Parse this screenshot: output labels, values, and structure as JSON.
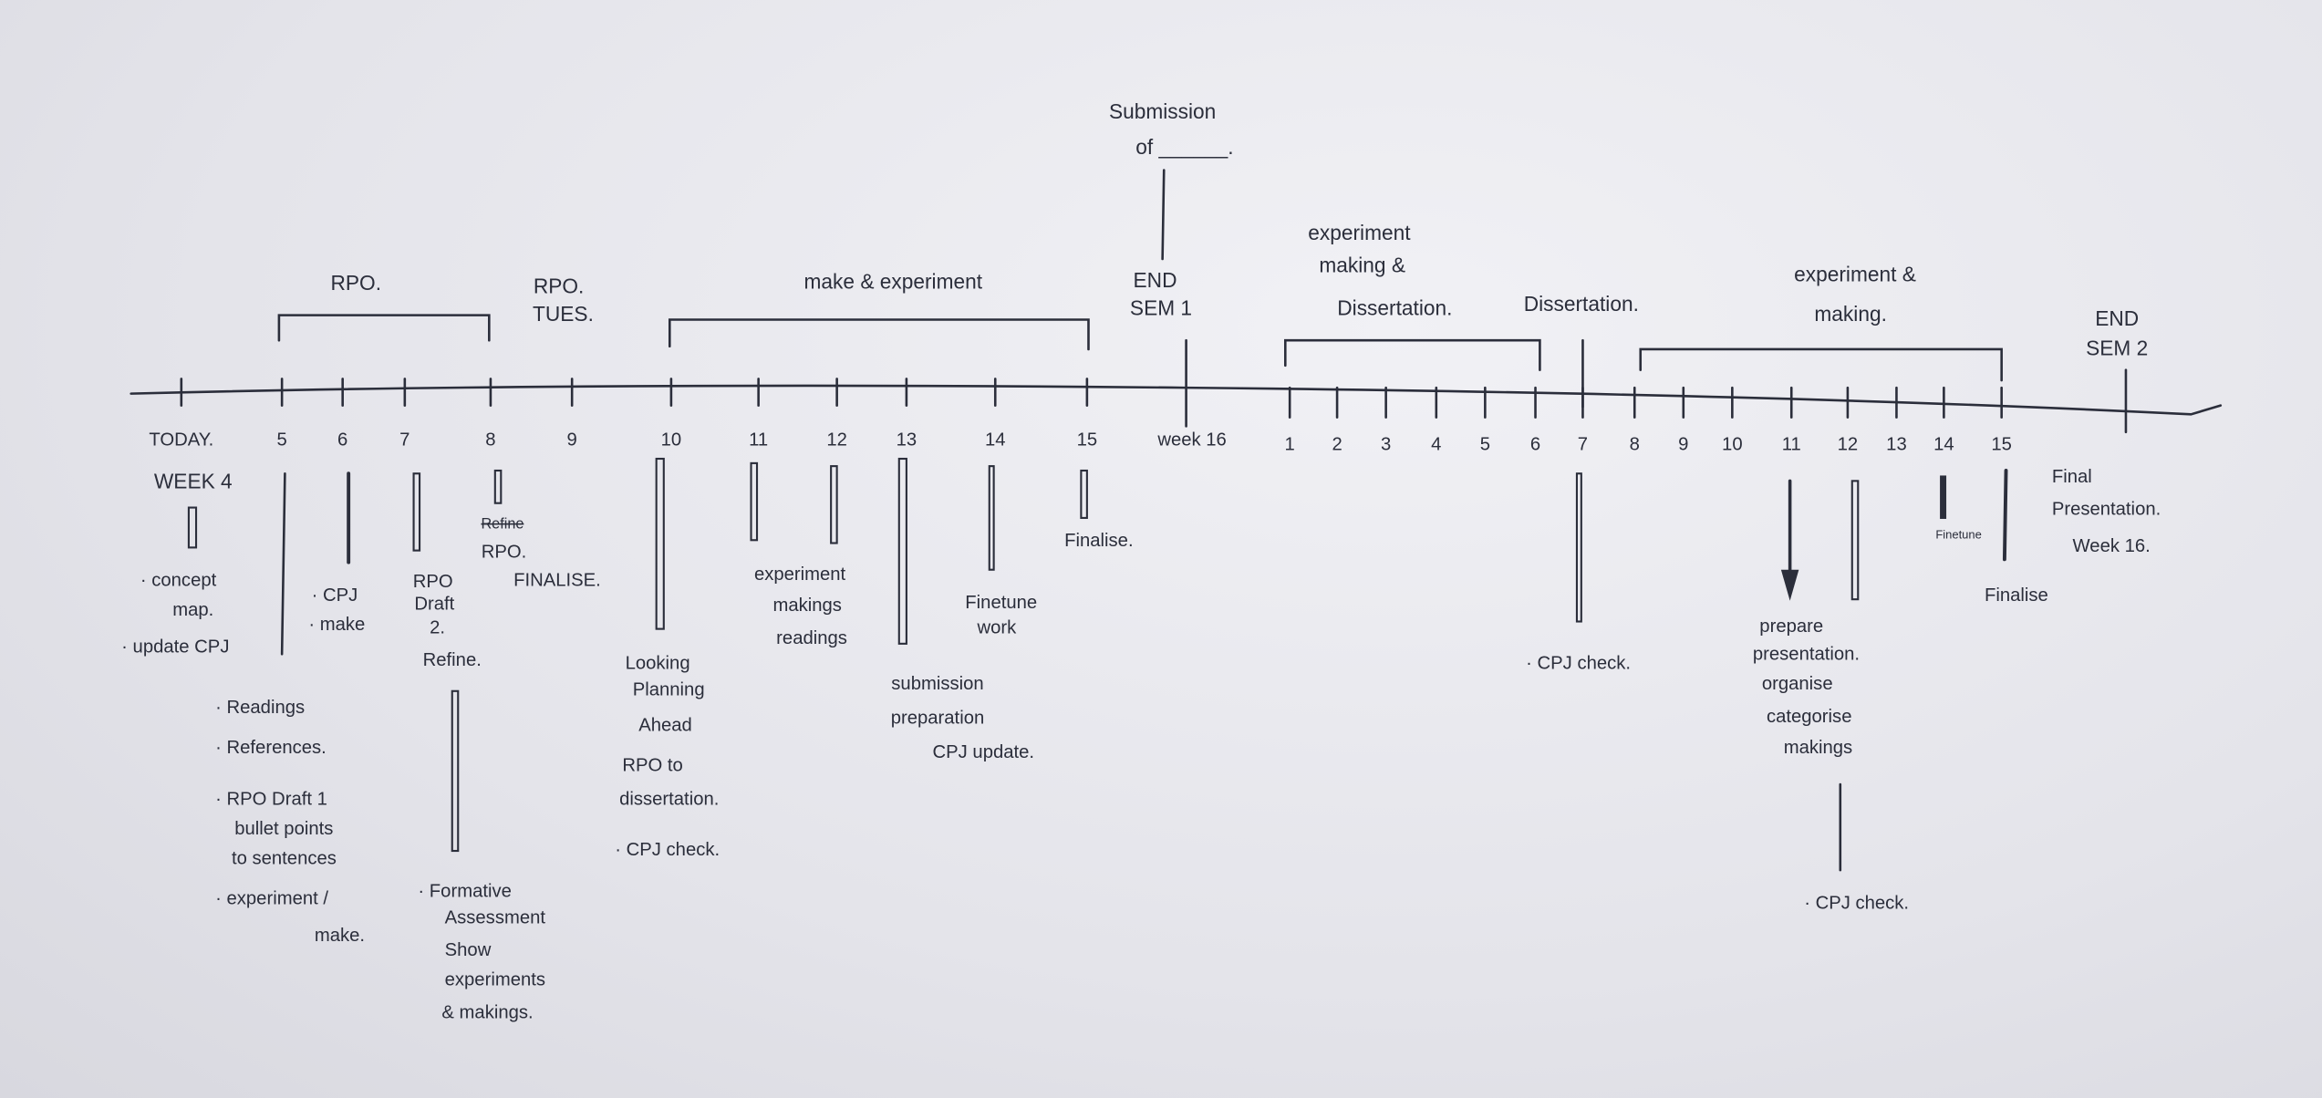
{
  "title_top": {
    "line1": "Submission",
    "line2": "of ______."
  },
  "top_labels": {
    "rpo": "RPO.",
    "rpo_tues_1": "RPO.",
    "rpo_tues_2": "TUES.",
    "make_experiment": "make & experiment",
    "end_sem1_1": "END",
    "end_sem1_2": "SEM 1",
    "exp_making_diss_1": "experiment",
    "exp_making_diss_2": "making &",
    "exp_making_diss_3": "Dissertation.",
    "dissertation": "Dissertation.",
    "exp_making_1": "experiment &",
    "exp_making_2": "making.",
    "end_sem2_1": "END",
    "end_sem2_2": "SEM 2"
  },
  "sem1_weeks": [
    "TODAY.",
    "5",
    "6",
    "7",
    "8",
    "9",
    "10",
    "11",
    "12",
    "13",
    "14",
    "15",
    "week 16"
  ],
  "sem2_weeks": [
    "1",
    "2",
    "3",
    "4",
    "5",
    "6",
    "7",
    "8",
    "9",
    "10",
    "11",
    "12",
    "13",
    "14",
    "15"
  ],
  "notes": {
    "week4": "WEEK 4",
    "w4_1": "· concept",
    "w4_2": "map.",
    "w4_3": "· update CPJ",
    "w5_1": "· Readings",
    "w5_2": "· References.",
    "w5_3": "· RPO Draft 1",
    "w5_4": "bullet points",
    "w5_5": "to sentences",
    "w5_6": "· experiment /",
    "w5_7": "make.",
    "w6_1": "· CPJ",
    "w6_2": "· make",
    "w7_1": "RPO",
    "w7_2": "Draft",
    "w7_3": "2.",
    "w7_4": "Refine.",
    "w7_5": "· Formative",
    "w7_6": "Assessment",
    "w7_7": "Show",
    "w7_8": "experiments",
    "w7_9": "& makings.",
    "w8_0": "Refine",
    "w8_1": "RPO.",
    "w8_2": "FINALISE.",
    "w10_1": "Looking",
    "w10_2": "Planning",
    "w10_3": "Ahead",
    "w10_4": "RPO to",
    "w10_5": "dissertation.",
    "w10_6": "· CPJ check.",
    "w11_1": "experiment",
    "w11_2": "makings",
    "w11_3": "readings",
    "w13_1": "submission",
    "w13_2": "preparation",
    "w13_3": "CPJ update.",
    "w14_1": "Finetune",
    "w14_2": "work",
    "w15_1": "Finalise.",
    "s2w7_1": "· CPJ check.",
    "s2w11_1": "prepare",
    "s2w11_2": "presentation.",
    "s2w11_3": "organise",
    "s2w11_4": "categorise",
    "s2w11_5": "makings",
    "s2w12_1": "· CPJ check.",
    "s2w14_1": "Finetune",
    "s2w15_1": "Finalise",
    "final_1": "Final",
    "final_2": "Presentation.",
    "final_3": "Week 16."
  },
  "colors": {
    "ink": "#2b2e3b",
    "paper": "#e6e6ec"
  }
}
